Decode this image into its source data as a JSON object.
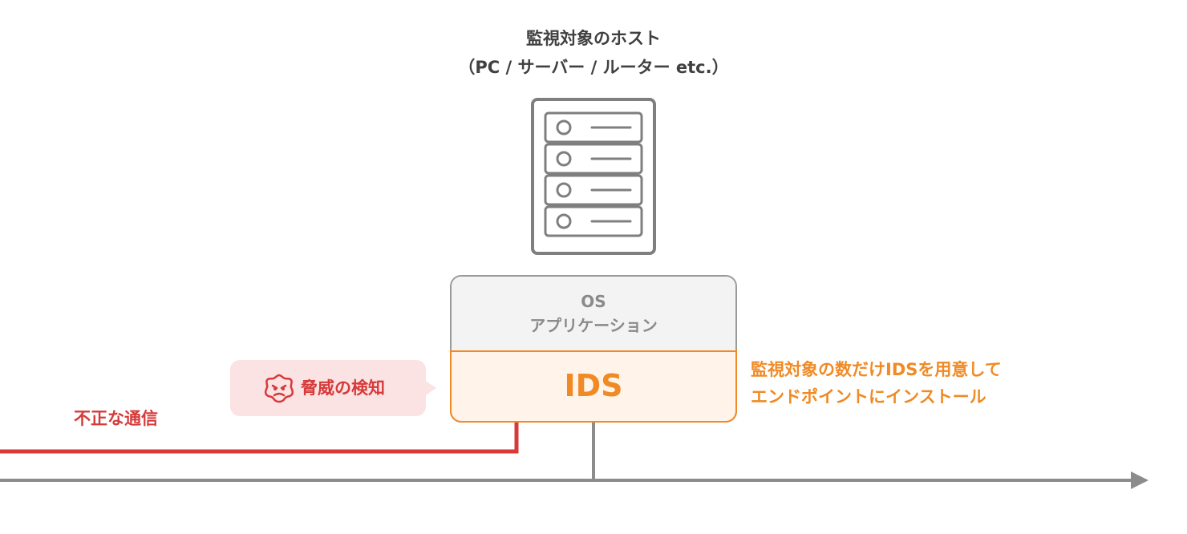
{
  "host": {
    "title_line1": "監視対象のホスト",
    "title_line2": "（PC / サーバー / ルーター etc.）",
    "icon": "server-rack-icon"
  },
  "stack": {
    "os_label": "OS",
    "app_label": "アプリケーション",
    "ids_label": "IDS"
  },
  "ids_note": {
    "line1": "監視対象の数だけIDSを用意して",
    "line2": "エンドポイントにインストール"
  },
  "threat": {
    "label": "脅威の検知",
    "icon": "virus-icon"
  },
  "traffic": {
    "label": "不正な通信"
  },
  "colors": {
    "orange": "#f08a24",
    "red": "#d63a3a",
    "gray": "#8c8c8c",
    "os_bg": "#f3f3f3",
    "ids_bg": "#fff3ea",
    "bubble_bg": "#fbe3e3"
  }
}
